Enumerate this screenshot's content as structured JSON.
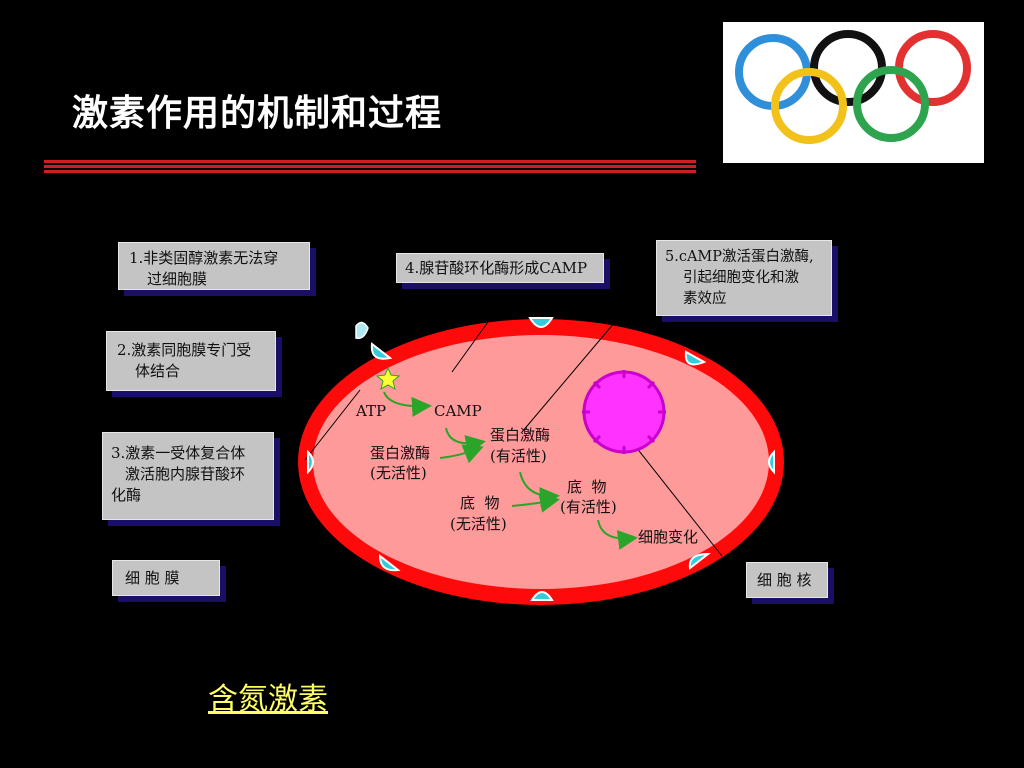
{
  "slide": {
    "title": "激素作用的机制和过程",
    "bottom_link": "含氮激素"
  },
  "callouts": {
    "c1": [
      "1.非类固醇激素无法穿",
      "过细胞膜"
    ],
    "c2": [
      "2.激素同胞膜专门受",
      "体结合"
    ],
    "c3": [
      "3.激素一受体复合体",
      "激活胞内腺苷酸环",
      "化酶"
    ],
    "c4": [
      "4.腺苷酸环化酶形成CAMP"
    ],
    "c5": [
      "5.cAMP激活蛋白激酶,",
      "引起细胞变化和激",
      "素效应"
    ],
    "membrane": "细 胞 膜",
    "nucleus": "细 胞 核"
  },
  "diagram": {
    "atp": "ATP",
    "camp": "CAMP",
    "kinase_inactive": [
      "蛋白激酶",
      "(无活性)"
    ],
    "kinase_active": [
      "蛋白激酶",
      "(有活性)"
    ],
    "substrate_inactive": [
      "底  物",
      "(无活性)"
    ],
    "substrate_active": [
      "底  物",
      "(有活性)"
    ],
    "cell_change": "细胞变化"
  },
  "colors": {
    "membrane": "#ff0a0a",
    "cytoplasm": "#ff9a9a",
    "nucleus": "#ff33ff",
    "receptor": "#33ccdd",
    "arrow": "#2aa52a",
    "title_rule": "#cc1e24",
    "link": "#ffff66"
  },
  "logo": {
    "rings": [
      "#2f8fd8",
      "#111111",
      "#e33030",
      "#f2c21a",
      "#2ea44f"
    ]
  }
}
